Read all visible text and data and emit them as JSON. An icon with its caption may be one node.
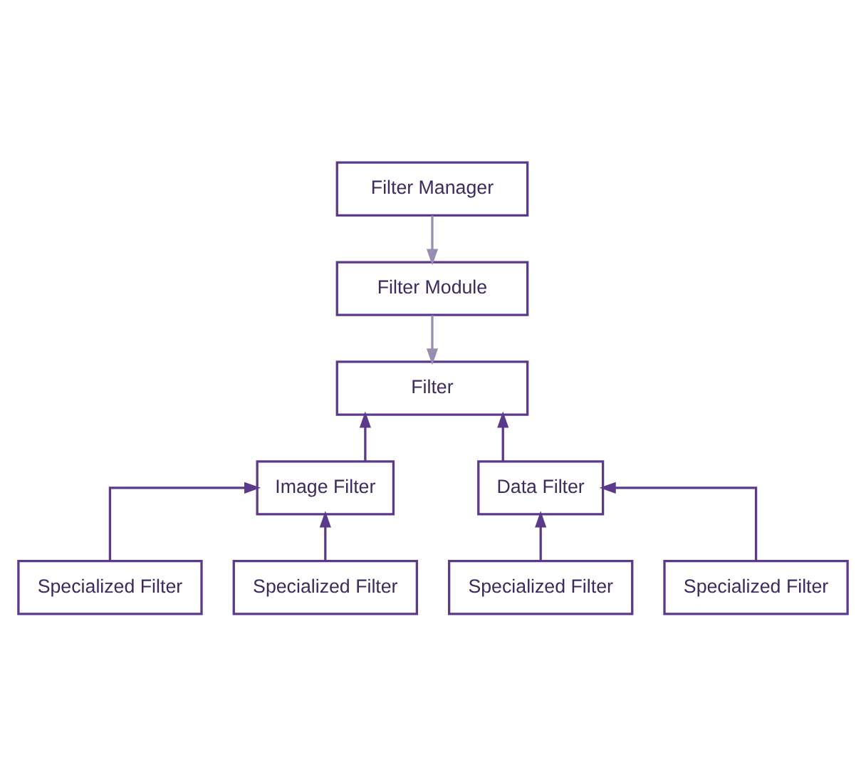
{
  "diagram": {
    "nodes": [
      {
        "text": [
          "Filter Manager"
        ]
      },
      {
        "text": [
          "Filter Module"
        ]
      },
      {
        "text": [
          "Filter"
        ]
      },
      {
        "text": [
          "Image Filter"
        ]
      },
      {
        "text": [
          "Data Filter"
        ]
      },
      {
        "text": [
          "Specialized Filter"
        ]
      },
      {
        "text": [
          "Specialized Filter"
        ]
      },
      {
        "text": [
          "Specialized Filter"
        ]
      },
      {
        "text": [
          "Specialized Filter"
        ]
      }
    ],
    "edges": [
      {
        "from": 0,
        "to": 1,
        "arrow": "to",
        "color": "#9a8db3"
      },
      {
        "from": 1,
        "to": 2,
        "arrow": "to",
        "color": "#9a8db3"
      },
      {
        "from": 3,
        "to": 2,
        "arrow": "to"
      },
      {
        "from": 4,
        "to": 2,
        "arrow": "to"
      },
      {
        "from": 5,
        "to": 3,
        "arrow": "to"
      },
      {
        "from": 6,
        "to": 3,
        "arrow": "to"
      },
      {
        "from": 7,
        "to": 4,
        "arrow": "to"
      },
      {
        "from": 8,
        "to": 4,
        "arrow": "to"
      }
    ]
  }
}
